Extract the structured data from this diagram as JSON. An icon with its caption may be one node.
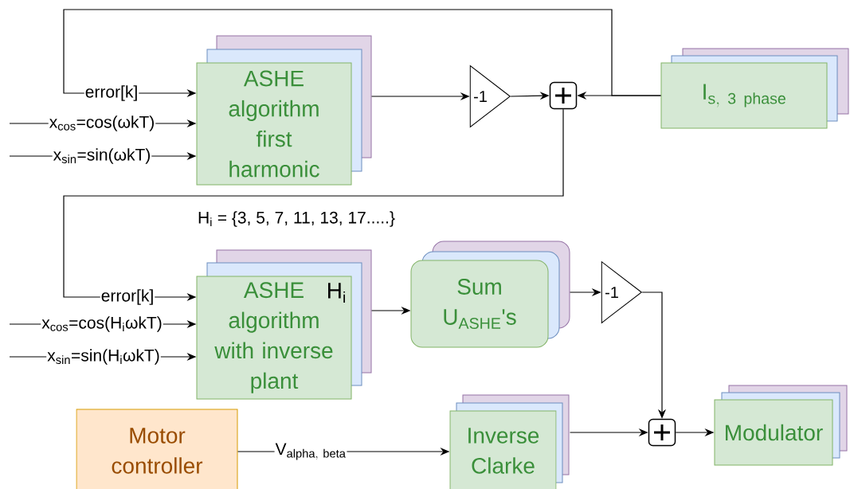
{
  "diagram": {
    "nodes": [
      {
        "text": [
          "ASHE algorithm first harmonic"
        ]
      },
      {
        "text": [
          "-1"
        ]
      },
      {
        "text": [],
        "shape": "box"
      },
      {
        "text": [
          "\\mathrm{I}_{\\mathrm{s,\\ 3\\ phase}}"
        ]
      },
      {
        "text": [
          "ASHE algorithm with inverse plant",
          "H$_{i}$"
        ]
      },
      {
        "text": [
          "Sum U$_{ASHE}$'s"
        ]
      },
      {
        "text": [
          "-1"
        ]
      },
      {
        "text": [
          "Motor controller"
        ]
      },
      {
        "text": [
          "Inverse Clarke"
        ]
      },
      {
        "text": [],
        "shape": "box"
      },
      {
        "text": [
          "Modulator"
        ]
      }
    ],
    "edges": [
      {
        "from": 3,
        "to": 2,
        "arrow": "to"
      },
      {
        "from": 3,
        "to": 0,
        "arrow": "to",
        "label": "error[k]"
      },
      {
        "from": null,
        "to": 0,
        "arrow": "to",
        "label": "x$_{cos}$=cos(ωkT)"
      },
      {
        "from": null,
        "to": 0,
        "arrow": "to",
        "label": "x$_{sin}$=sin(ωkT)"
      },
      {
        "from": 0,
        "to": 1,
        "arrow": "to"
      },
      {
        "from": 1,
        "to": 2,
        "arrow": "to"
      },
      {
        "from": 2,
        "to": 4,
        "arrow": "to",
        "label": "error[k]"
      },
      {
        "from": null,
        "to": 4,
        "arrow": "to",
        "label": "x$_{cos}$=cos(H$_{i}$ωkT)"
      },
      {
        "from": null,
        "to": 4,
        "arrow": "to",
        "label": "x$_{sin}$=sin(H$_{i}$ωkT)"
      },
      {
        "from": 4,
        "to": 5,
        "arrow": "to"
      },
      {
        "from": 5,
        "to": 6,
        "arrow": "to"
      },
      {
        "from": 6,
        "to": 9,
        "arrow": "to"
      },
      {
        "from": 7,
        "to": 8,
        "arrow": "to",
        "label": "\\mathrm{V}_{\\mathrm{alpha,\\ beta}}"
      },
      {
        "from": 8,
        "to": 9,
        "arrow": "to"
      },
      {
        "from": 9,
        "to": 10,
        "arrow": "to"
      }
    ],
    "labels": [
      "H$_{i}$ = {3, 5, 7, 11, 13, 17.....}"
    ]
  }
}
